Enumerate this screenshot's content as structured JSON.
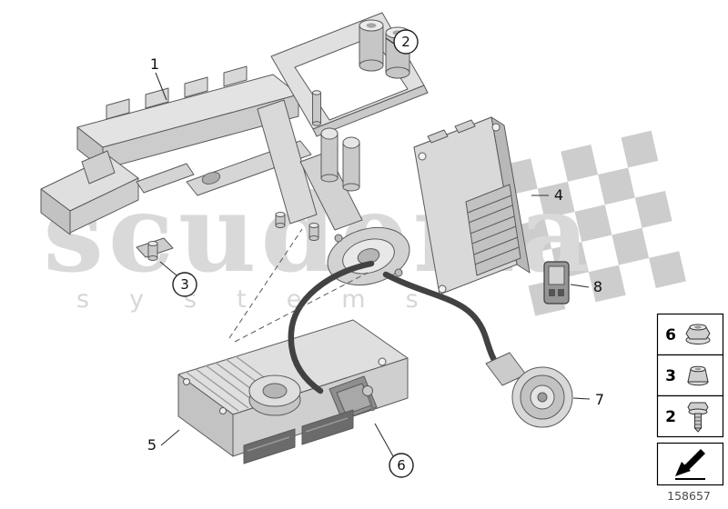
{
  "page": {
    "background": "#ffffff",
    "part_number": "158657"
  },
  "watermark": {
    "brand": "scuderia",
    "tagline": "systems"
  },
  "callouts": [
    {
      "id": "1",
      "circled": false
    },
    {
      "id": "2",
      "circled": true
    },
    {
      "id": "3",
      "circled": true
    },
    {
      "id": "4",
      "circled": false
    },
    {
      "id": "5",
      "circled": false
    },
    {
      "id": "6",
      "circled": true
    },
    {
      "id": "7",
      "circled": false
    },
    {
      "id": "8",
      "circled": false
    }
  ],
  "legend": {
    "rows": [
      {
        "label": "6",
        "icon": "flange-nut-icon"
      },
      {
        "label": "3",
        "icon": "hex-nut-icon"
      },
      {
        "label": "2",
        "icon": "screw-icon"
      }
    ],
    "direction_symbol_icon": "installation-direction-arrow-icon"
  },
  "colors": {
    "part_fill": "#d9d9d9",
    "part_stroke": "#5a5a5a",
    "cable": "#424242",
    "watermark": "#d9d9d9",
    "legend_border": "#000000"
  }
}
